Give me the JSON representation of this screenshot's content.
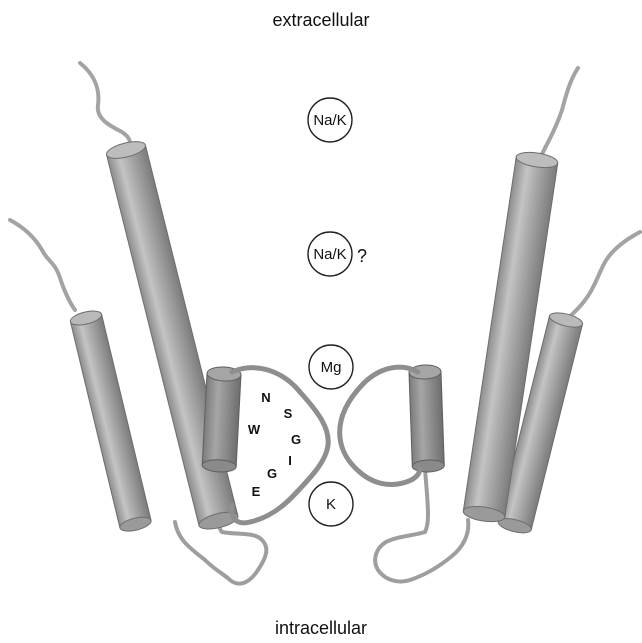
{
  "labels": {
    "extracellular": "extracellular",
    "intracellular": "intracellular"
  },
  "ions": [
    {
      "label": "Na/K"
    },
    {
      "label": "Na/K",
      "note": "?"
    },
    {
      "label": "Mg"
    },
    {
      "label": "K"
    }
  ],
  "selectivity_motif": [
    "N",
    "S",
    "W",
    "G",
    "I",
    "G",
    "E"
  ],
  "colors": {
    "helix_fill": "#a8a8a8",
    "helix_dark": "#7a7a7a",
    "loop": "#9a9a9a"
  }
}
